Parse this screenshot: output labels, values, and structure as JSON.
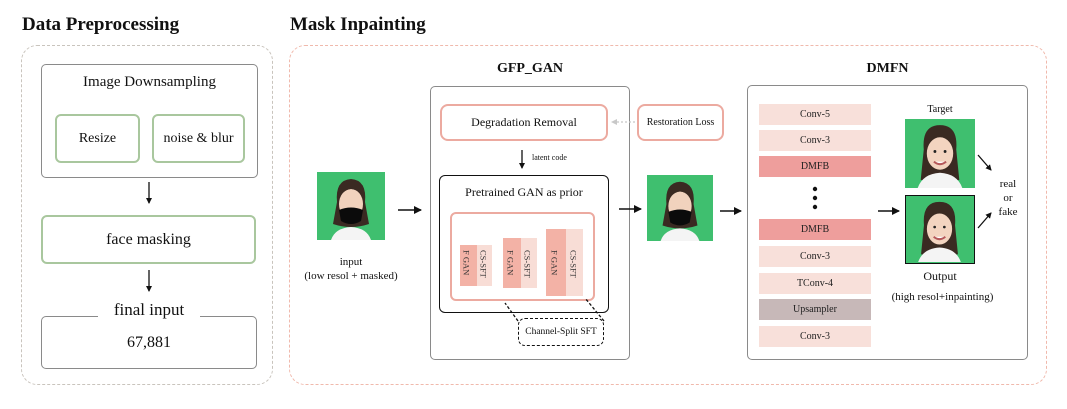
{
  "data_preprocessing": {
    "title": "Data Preprocessing",
    "image_downsampling": "Image Downsampling",
    "resize": "Resize",
    "noise_blur": "noise & blur",
    "face_masking": "face masking",
    "final_input_label": "final input",
    "final_input_value": "67,881"
  },
  "mask_inpainting": {
    "title": "Mask Inpainting",
    "input_label_1": "input",
    "input_label_2": "(low resol + masked)",
    "gfp_gan": {
      "title": "GFP_GAN",
      "degradation_removal": "Degradation Removal",
      "restoration_loss": "Restoration Loss",
      "latent_code": "latent code",
      "pretrained_gan": "Pretrained GAN as prior",
      "f_gan": "F GAN",
      "cs_sft": "CS-SFT",
      "channel_split_sft": "Channel-Split SFT"
    },
    "dmfn": {
      "title": "DMFN",
      "layers": [
        "Conv-5",
        "Conv-3",
        "DMFB",
        "DMFB",
        "Conv-3",
        "TConv-4",
        "Upsampler",
        "Conv-3"
      ],
      "target_label": "Target",
      "output_label": "Output",
      "output_caption": "(high resol+inpainting)",
      "real": "real",
      "or": "or",
      "fake": "fake"
    }
  },
  "colors": {
    "green_border": "#a9c79e",
    "pink_border": "#ecaaa0",
    "layer_light": "#f8e0da",
    "layer_dmfb": "#ee9e9c",
    "layer_upsampler": "#c7b8b8",
    "face_bg": "#3fbf6f"
  }
}
